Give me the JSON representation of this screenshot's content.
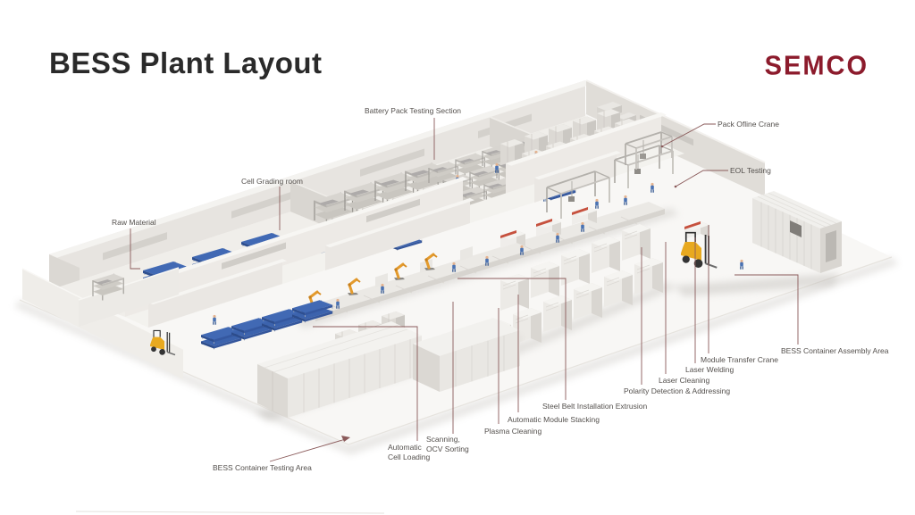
{
  "page": {
    "title": "BESS Plant Layout",
    "brand": "SEMCO"
  },
  "colors": {
    "brand_red": "#8C1B2C",
    "leader_line": "#8A5A5A",
    "label_text": "#54504D",
    "pallet_blue": "#3C63AD",
    "forklift_yellow": "#E8A91F",
    "robot_orange": "#E49B2D",
    "wall_gray": "#E7E4E0",
    "floor_white": "#F8F7F5"
  },
  "annotations": {
    "battery_pack_testing": "Battery Pack Testing Section",
    "pack_ofline_crane": "Pack Ofline Crane",
    "eol_testing": "EOL Testing",
    "cell_grading_room": "Cell Grading room",
    "raw_material": "Raw Material",
    "bess_container_assembly": "BESS Container Assembly Area",
    "module_transfer_crane": "Module Transfer Crane",
    "laser_welding": "Laser Welding",
    "laser_cleaning": "Laser Cleaning",
    "polarity_detection": "Polarity Detection & Addressing",
    "steel_belt_extrusion": "Steel Belt Installation Extrusion",
    "automatic_module_stacking": "Automatic Module Stacking",
    "plasma_cleaning": "Plasma Cleaning",
    "scanning_ocv_sorting": "Scanning, OCV Sorting",
    "automatic_cell_loading": "Automatic Cell Loading",
    "bess_container_testing": "BESS Container Testing Area"
  }
}
